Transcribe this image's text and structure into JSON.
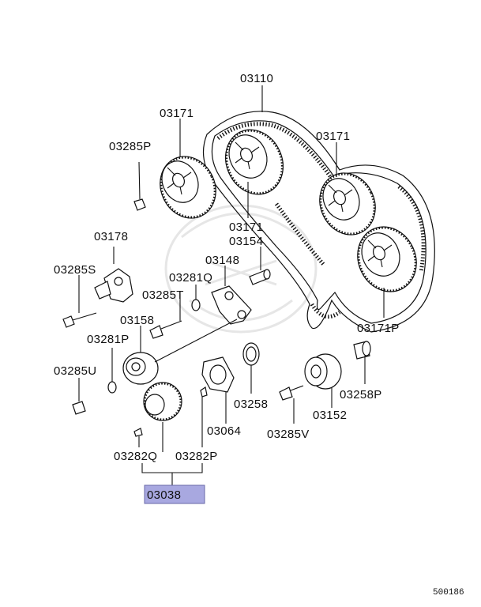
{
  "labels": {
    "belt": "03110",
    "sprocket_upper_left": "03171",
    "sprocket_center": "03171",
    "sprocket_right": "03171",
    "sprocket_p": "03171P",
    "bolt_p": "03285P",
    "tensioner_arm": "03178",
    "bolt_s": "03285S",
    "bracket": "03148",
    "pin_154": "03154",
    "washer_t": "03281Q",
    "bolt_t": "03285T",
    "idler": "03158",
    "washer_p": "03281P",
    "bolt_u": "03285U",
    "key_q": "03282Q",
    "key_p": "03282P",
    "tensioner_pulley": "03064",
    "ring": "03258",
    "roller": "03152",
    "spacer": "03258P",
    "bolt_v": "03285V",
    "selected": "03038",
    "diagram_code": "500186"
  },
  "colors": {
    "highlight": "#a8a8e0",
    "line": "#111111"
  }
}
